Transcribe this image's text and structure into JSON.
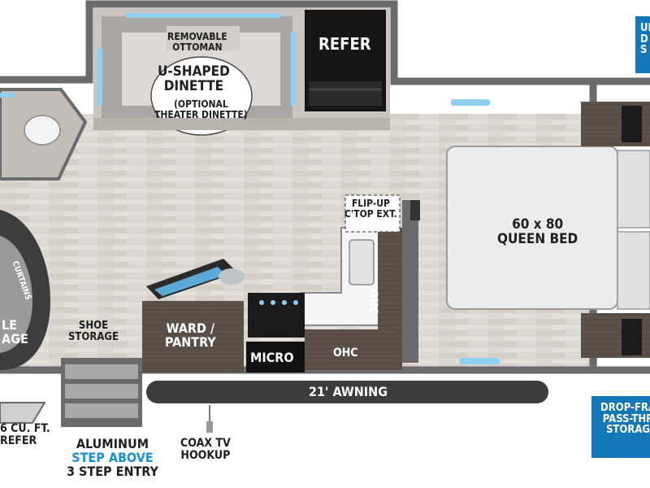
{
  "labels": {
    "ottoman": [
      "REMOVABLE",
      "OTTOMAN"
    ],
    "dinette": [
      "U-SHAPED",
      "DINETTE"
    ],
    "dinette_option": [
      "(OPTIONAL",
      "THEATER DINETTE)"
    ],
    "refer": "REFER",
    "flipup": [
      "FLIP-UP",
      "C'TOP EXT."
    ],
    "bed": [
      "60 x 80",
      "QUEEN BED"
    ],
    "ohc_vertical": "OHC",
    "ohc_horizontal": "OHC",
    "curtains": "CURTAINS",
    "shower_partial": [
      "LE",
      "AGE"
    ],
    "shoe_storage": [
      "SHOE",
      "STORAGE"
    ],
    "ward_pantry": [
      "WARD /",
      "PANTRY"
    ],
    "micro": "MICRO",
    "awning": "21' AWNING",
    "refer_bottom": [
      "6 CU. FT.",
      "REFER"
    ],
    "step_entry": [
      "ALUMINUM",
      "STEP ABOVE",
      "3 STEP ENTRY"
    ],
    "coax": [
      "COAX TV",
      "HOOKUP"
    ],
    "badge_top": [
      "UN",
      "D",
      "S"
    ],
    "badge_bottom": [
      "DROP-FRA",
      "PASS-THR",
      "STORAG"
    ]
  },
  "colors": {
    "wall": "#6a6a6a",
    "floor": "#d9d6d0",
    "cabinet": "#5b5048",
    "accent_blue": "#1478b8",
    "window": "#8fd0f0"
  }
}
